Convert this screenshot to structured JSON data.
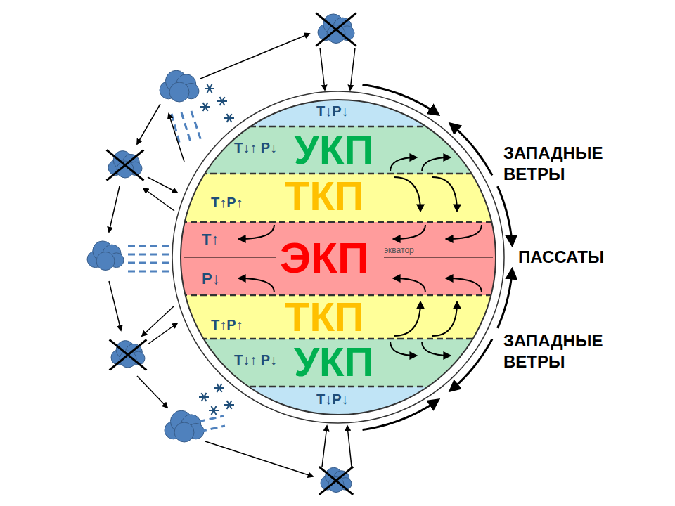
{
  "diagram": {
    "nodes": [
      {
        "text": [
          "T↓P↓"
        ]
      },
      {
        "text": [
          "T↓↑ P↓",
          "УКП"
        ]
      },
      {
        "text": [
          "T↑P↑",
          "ТКП"
        ]
      },
      {
        "text": [
          "T↑",
          "ЭКП",
          "экватор",
          "P↓"
        ]
      },
      {
        "text": [
          "T↑P↑",
          "ТКП"
        ]
      },
      {
        "text": [
          "T↓↑ P↓",
          "УКП"
        ]
      },
      {
        "text": [
          "T↓P↓"
        ]
      }
    ],
    "labels": [
      "ЗАПАДНЫЕ ВЕТРЫ",
      "ПАССАТЫ",
      "ЗАПАДНЫЕ ВЕТРЫ"
    ]
  }
}
